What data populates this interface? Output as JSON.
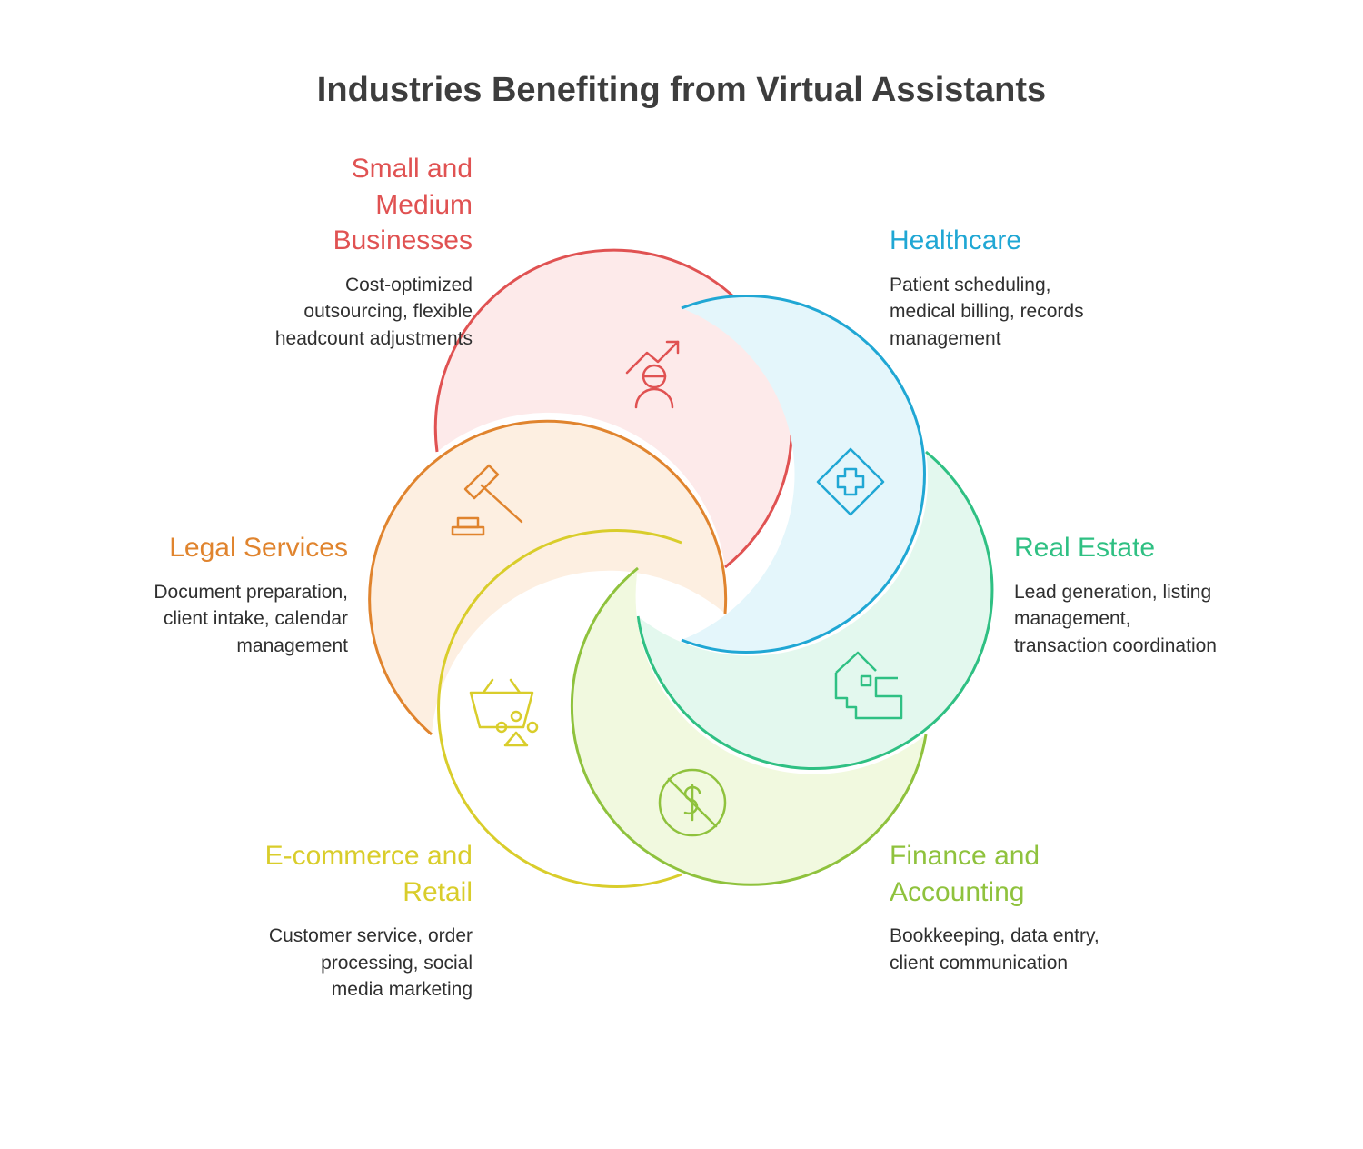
{
  "title": "Industries Benefiting from Virtual Assistants",
  "colors": {
    "small_medium": "#e05252",
    "healthcare": "#20a7d4",
    "real_estate": "#2fc083",
    "finance": "#8fc23d",
    "ecommerce": "#d9cd2b",
    "legal": "#e0842e"
  },
  "industries": [
    {
      "name": "Small and Medium Businesses",
      "heading_lines": [
        "Small and",
        "Medium",
        "Businesses"
      ],
      "description_lines": [
        "Cost-optimized",
        "outsourcing, flexible",
        "headcount adjustments"
      ],
      "icon": "growth-person-icon",
      "color": "#e05252"
    },
    {
      "name": "Healthcare",
      "heading_lines": [
        "Healthcare"
      ],
      "description_lines": [
        "Patient scheduling,",
        "medical billing, records",
        "management"
      ],
      "icon": "medical-cross-icon",
      "color": "#20a7d4"
    },
    {
      "name": "Real Estate",
      "heading_lines": [
        "Real Estate"
      ],
      "description_lines": [
        "Lead generation, listing",
        "management,",
        "transaction coordination"
      ],
      "icon": "house-icon",
      "color": "#2fc083"
    },
    {
      "name": "Finance and Accounting",
      "heading_lines": [
        "Finance and",
        "Accounting"
      ],
      "description_lines": [
        "Bookkeeping, data entry,",
        "client communication"
      ],
      "icon": "dollar-icon",
      "color": "#8fc23d"
    },
    {
      "name": "E-commerce and Retail",
      "heading_lines": [
        "E-commerce and",
        "Retail"
      ],
      "description_lines": [
        "Customer service, order",
        "processing, social",
        "media marketing"
      ],
      "icon": "shopping-basket-icon",
      "color": "#d9cd2b"
    },
    {
      "name": "Legal Services",
      "heading_lines": [
        "Legal Services"
      ],
      "description_lines": [
        "Document preparation,",
        "client intake, calendar",
        "management"
      ],
      "icon": "gavel-icon",
      "color": "#e0842e"
    }
  ]
}
